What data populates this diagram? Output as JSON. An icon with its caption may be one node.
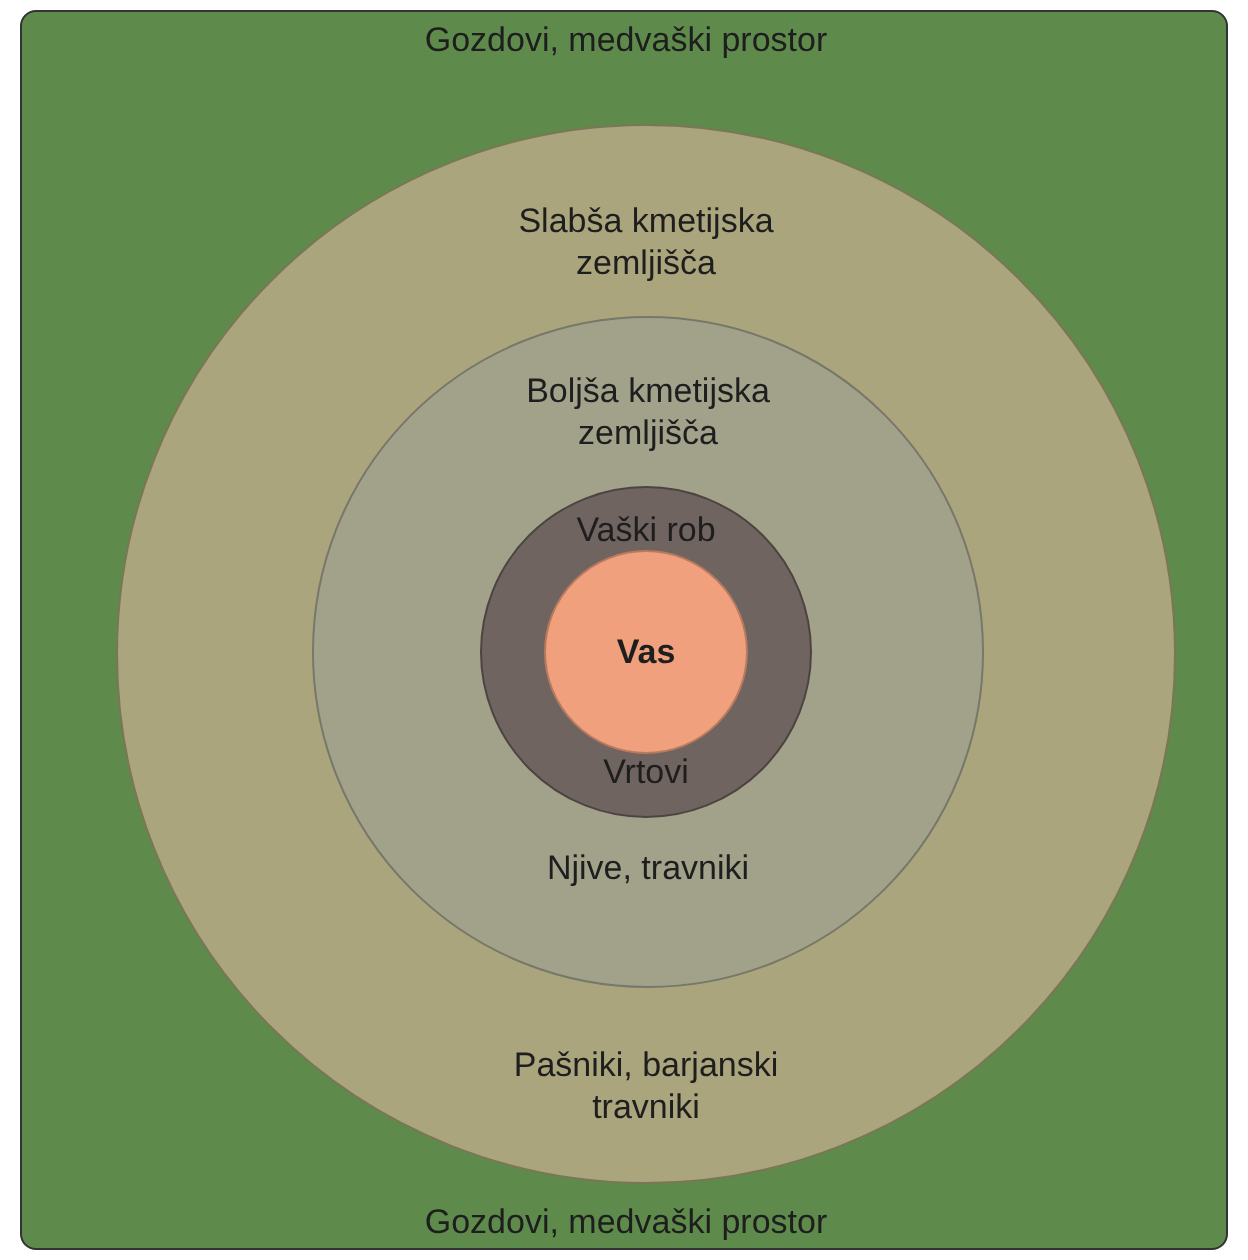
{
  "diagram": {
    "nodes": [
      {
        "text": [
          "Gozdovi, medvaški prostor",
          "Gozdovi, medvaški prostor"
        ]
      },
      {
        "text": [
          "Slabša kmetijska zemljišča",
          "Pašniki, barjanski travniki"
        ],
        "in": 0
      },
      {
        "text": [
          "Boljša kmetijska zemljišča",
          "Njive, travniki"
        ],
        "in": 1
      },
      {
        "text": [
          "Vaški rob",
          "Vrtovi"
        ],
        "in": 2
      },
      {
        "text": [
          "Vas"
        ],
        "in": 3
      }
    ],
    "edges": []
  }
}
